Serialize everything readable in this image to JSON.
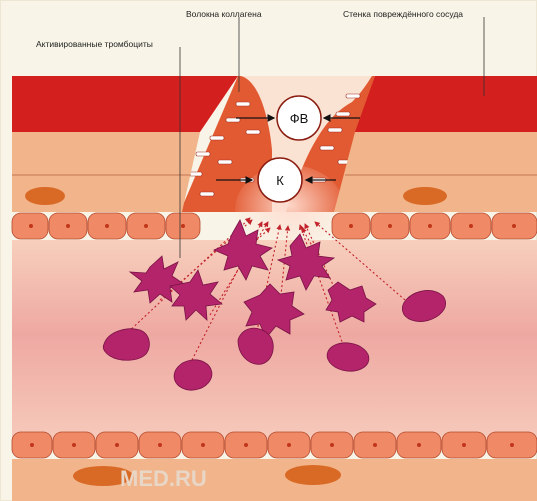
{
  "labels": {
    "collagen_fibers": "Волокна коллагена",
    "damaged_wall": "Стенка повреждённого сосуда",
    "activated_platelets": "Активированные тромбоциты"
  },
  "nodes": {
    "von_willebrand": "ФВ",
    "collagen": "К"
  },
  "watermark": "MED.RU",
  "colors": {
    "background": "#f8f5e8",
    "vessel_wall_red": "#d41f1f",
    "wound_orange": "#e25a32",
    "endothelium": "#f2b48a",
    "cell_nucleus": "#d96a26",
    "lumen_pink": "#eea5a1",
    "platelet": "#b3246a"
  }
}
